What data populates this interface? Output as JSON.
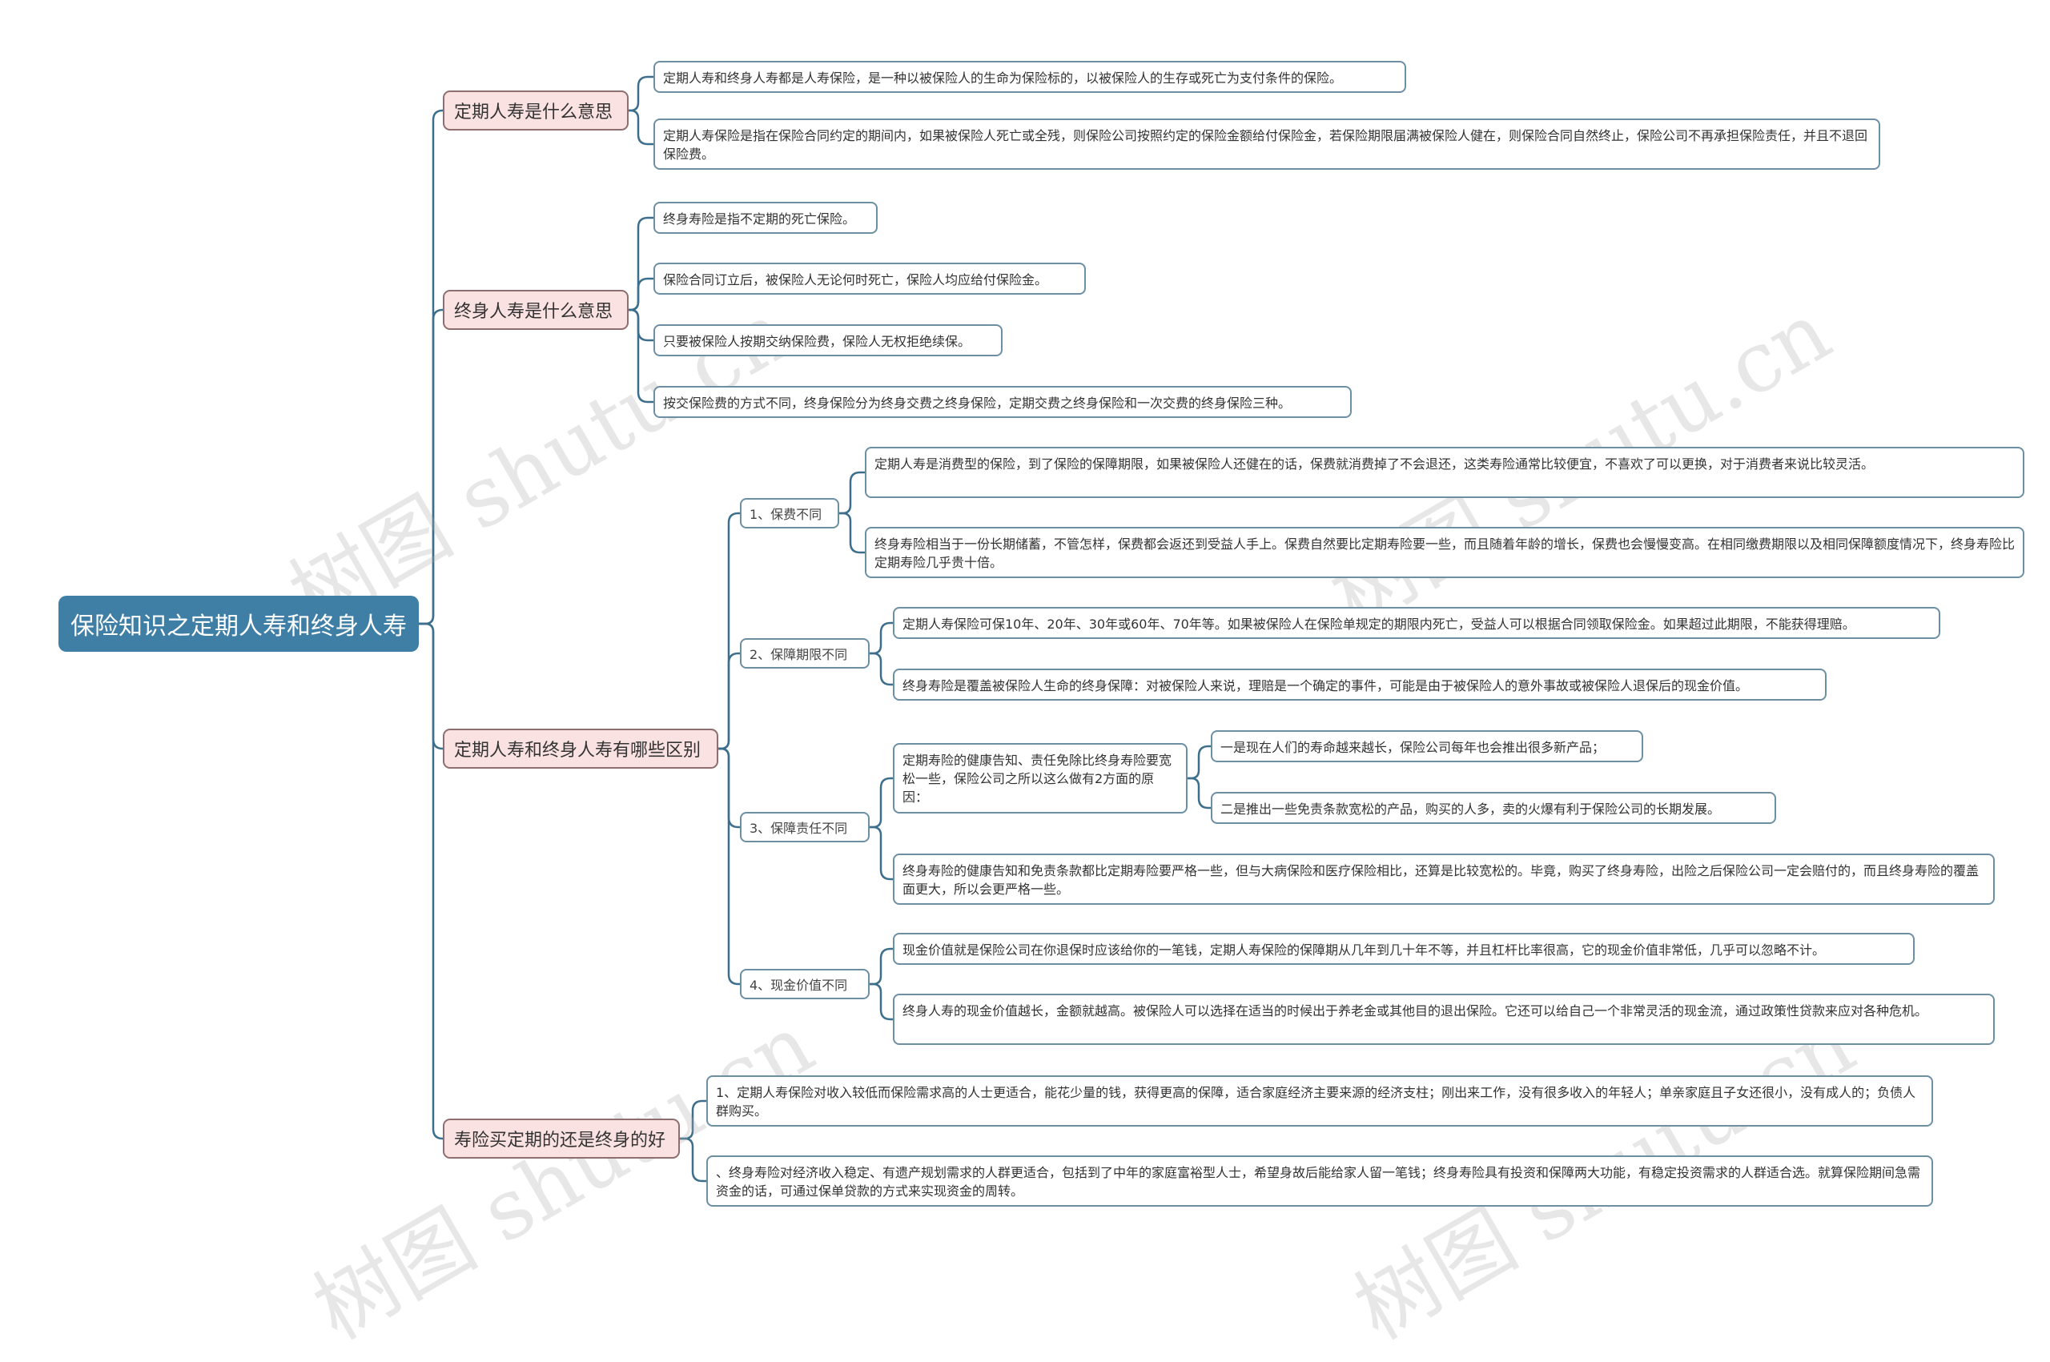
{
  "root": "保险知识之定期人寿和终身人寿",
  "branches": [
    {
      "label": "定期人寿是什么意思",
      "items": [
        "定期人寿和终身人寿都是人寿保险，是一种以被保险人的生命为保险标的，以被保险人的生存或死亡为支付条件的保险。",
        "定期人寿保险是指在保险合同约定的期间内，如果被保险人死亡或全残，则保险公司按照约定的保险金额给付保险金，若保险期限届满被保险人健在，则保险合同自然终止，保险公司不再承担保险责任，并且不退回保险费。"
      ]
    },
    {
      "label": "终身人寿是什么意思",
      "items": [
        "终身寿险是指不定期的死亡保险。",
        "保险合同订立后，被保险人无论何时死亡，保险人均应给付保险金。",
        "只要被保险人按期交纳保险费，保险人无权拒绝续保。",
        "按交保险费的方式不同，终身保险分为终身交费之终身保险，定期交费之终身保险和一次交费的终身保险三种。"
      ]
    },
    {
      "label": "定期人寿和终身人寿有哪些区别",
      "subs": [
        {
          "label": "1、保费不同",
          "items": [
            "定期人寿是消费型的保险，到了保险的保障期限，如果被保险人还健在的话，保费就消费掉了不会退还，这类寿险通常比较便宜，不喜欢了可以更换，对于消费者来说比较灵活。",
            "终身寿险相当于一份长期储蓄，不管怎样，保费都会返还到受益人手上。保费自然要比定期寿险要一些，而且随着年龄的增长，保费也会慢慢变高。在相同缴费期限以及相同保障额度情况下，终身寿险比定期寿险几乎贵十倍。"
          ]
        },
        {
          "label": "2、保障期限不同",
          "items": [
            "定期人寿保险可保10年、20年、30年或60年、70年等。如果被保险人在保险单规定的期限内死亡，受益人可以根据合同领取保险金。如果超过此期限，不能获得理赔。",
            "终身寿险是覆盖被保险人生命的终身保障：对被保险人来说，理赔是一个确定的事件，可能是由于被保险人的意外事故或被保险人退保后的现金价值。"
          ]
        },
        {
          "label": "3、保障责任不同",
          "nested": {
            "text": "定期寿险的健康告知、责任免除比终身寿险要宽松一些，保险公司之所以这么做有2方面的原因：",
            "items": [
              "一是现在人们的寿命越来越长，保险公司每年也会推出很多新产品；",
              "二是推出一些免责条款宽松的产品，购买的人多，卖的火爆有利于保险公司的长期发展。"
            ]
          },
          "items": [
            "终身寿险的健康告知和免责条款都比定期寿险要严格一些，但与大病保险和医疗保险相比，还算是比较宽松的。毕竟，购买了终身寿险，出险之后保险公司一定会赔付的，而且终身寿险的覆盖面更大，所以会更严格一些。"
          ]
        },
        {
          "label": "4、现金价值不同",
          "items": [
            "现金价值就是保险公司在你退保时应该给你的一笔钱，定期人寿保险的保障期从几年到几十年不等，并且杠杆比率很高，它的现金价值非常低，几乎可以忽略不计。",
            "终身人寿的现金价值越长，金额就越高。被保险人可以选择在适当的时候出于养老金或其他目的退出保险。它还可以给自己一个非常灵活的现金流，通过政策性贷款来应对各种危机。"
          ]
        }
      ]
    },
    {
      "label": "寿险买定期的还是终身的好",
      "items": [
        "1、定期人寿保险对收入较低而保险需求高的人士更适合，能花少量的钱，获得更高的保障，适合家庭经济主要来源的经济支柱；刚出来工作，没有很多收入的年轻人；单亲家庭且子女还很小，没有成人的；负债人群购买。",
        "、终身寿险对经济收入稳定、有遗产规划需求的人群更适合，包括到了中年的家庭富裕型人士，希望身故后能给家人留一笔钱；终身寿险具有投资和保障两大功能，有稳定投资需求的人群适合选。就算保险期间急需资金的话，可通过保单贷款的方式来实现资金的周转。"
      ]
    }
  ],
  "watermark": "树图 shutu.cn",
  "colors": {
    "root_bg": "#3f7fa6",
    "link": "#3d6f8c",
    "l1_bg": "#fbe2e2",
    "l1_border": "#8e6e6e",
    "leaf_border": "#6d8fa3"
  }
}
